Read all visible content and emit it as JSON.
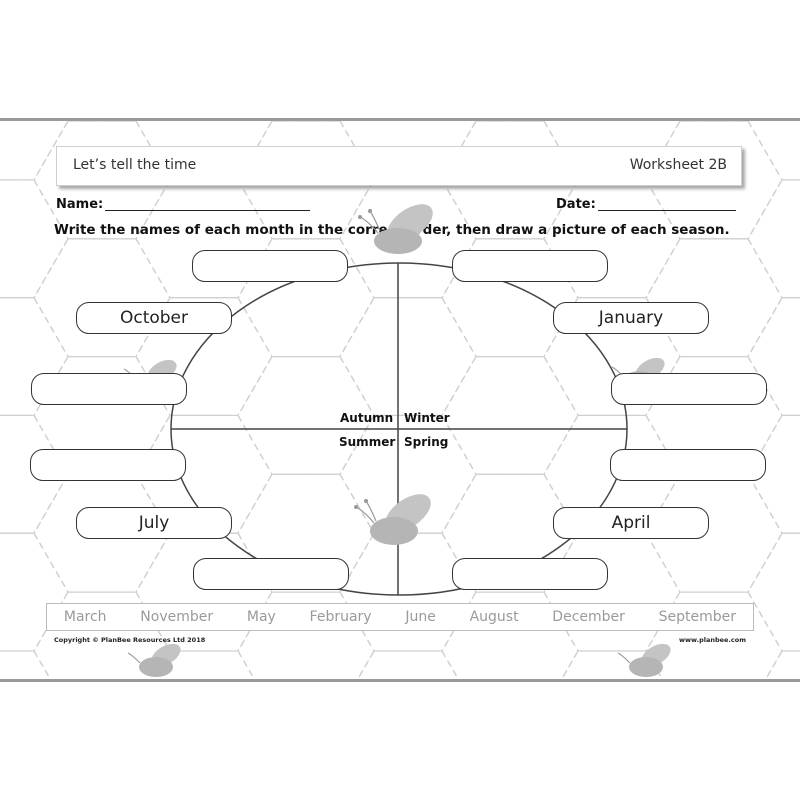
{
  "header": {
    "title": "Let’s tell the time",
    "worksheet": "Worksheet 2B"
  },
  "form": {
    "name_label": "Name:",
    "date_label": "Date:"
  },
  "instruction": "Write the names of each month in the correct order, then draw a picture of each season.",
  "seasons": {
    "top_left": "Autumn",
    "top_right": "Winter",
    "bottom_left": "Summer",
    "bottom_right": "Spring"
  },
  "month_boxes": {
    "left_2": "October",
    "right_2": "January",
    "left_5": "July",
    "right_5": "April"
  },
  "word_bank": [
    "March",
    "November",
    "May",
    "February",
    "June",
    "August",
    "December",
    "September"
  ],
  "footer": {
    "copyright": "Copyright © PlanBee Resources Ltd 2018",
    "website": "www.planbee.com"
  },
  "colors": {
    "border": "#9a9a9a",
    "text": "#222222",
    "word_bank_text": "#9a9a9a",
    "bee": "#b5b5b5"
  }
}
